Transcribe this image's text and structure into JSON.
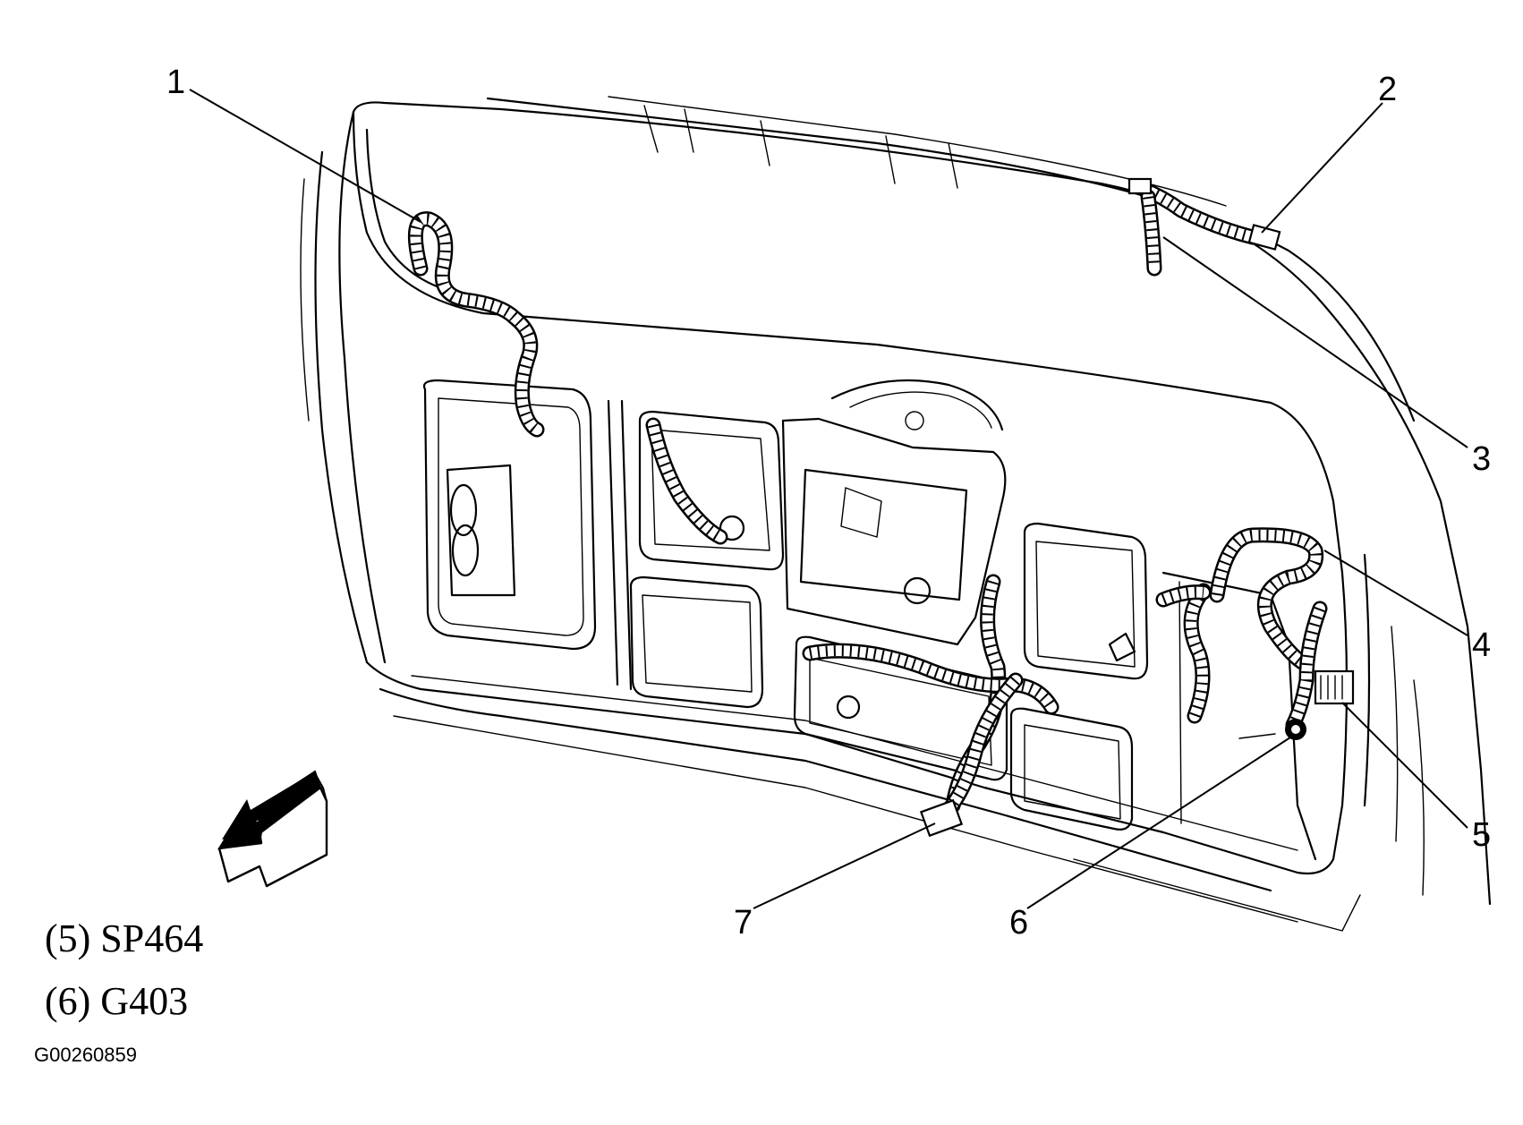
{
  "callouts": [
    {
      "label": "1"
    },
    {
      "label": "2"
    },
    {
      "label": "3"
    },
    {
      "label": "4"
    },
    {
      "label": "5"
    },
    {
      "label": "6"
    },
    {
      "label": "7"
    }
  ],
  "legend": [
    {
      "text": "(5) SP464"
    },
    {
      "text": "(6) G403"
    }
  ],
  "figure_id": "G00260859",
  "icons": {
    "direction_arrow": "forward-direction-arrow-icon"
  }
}
